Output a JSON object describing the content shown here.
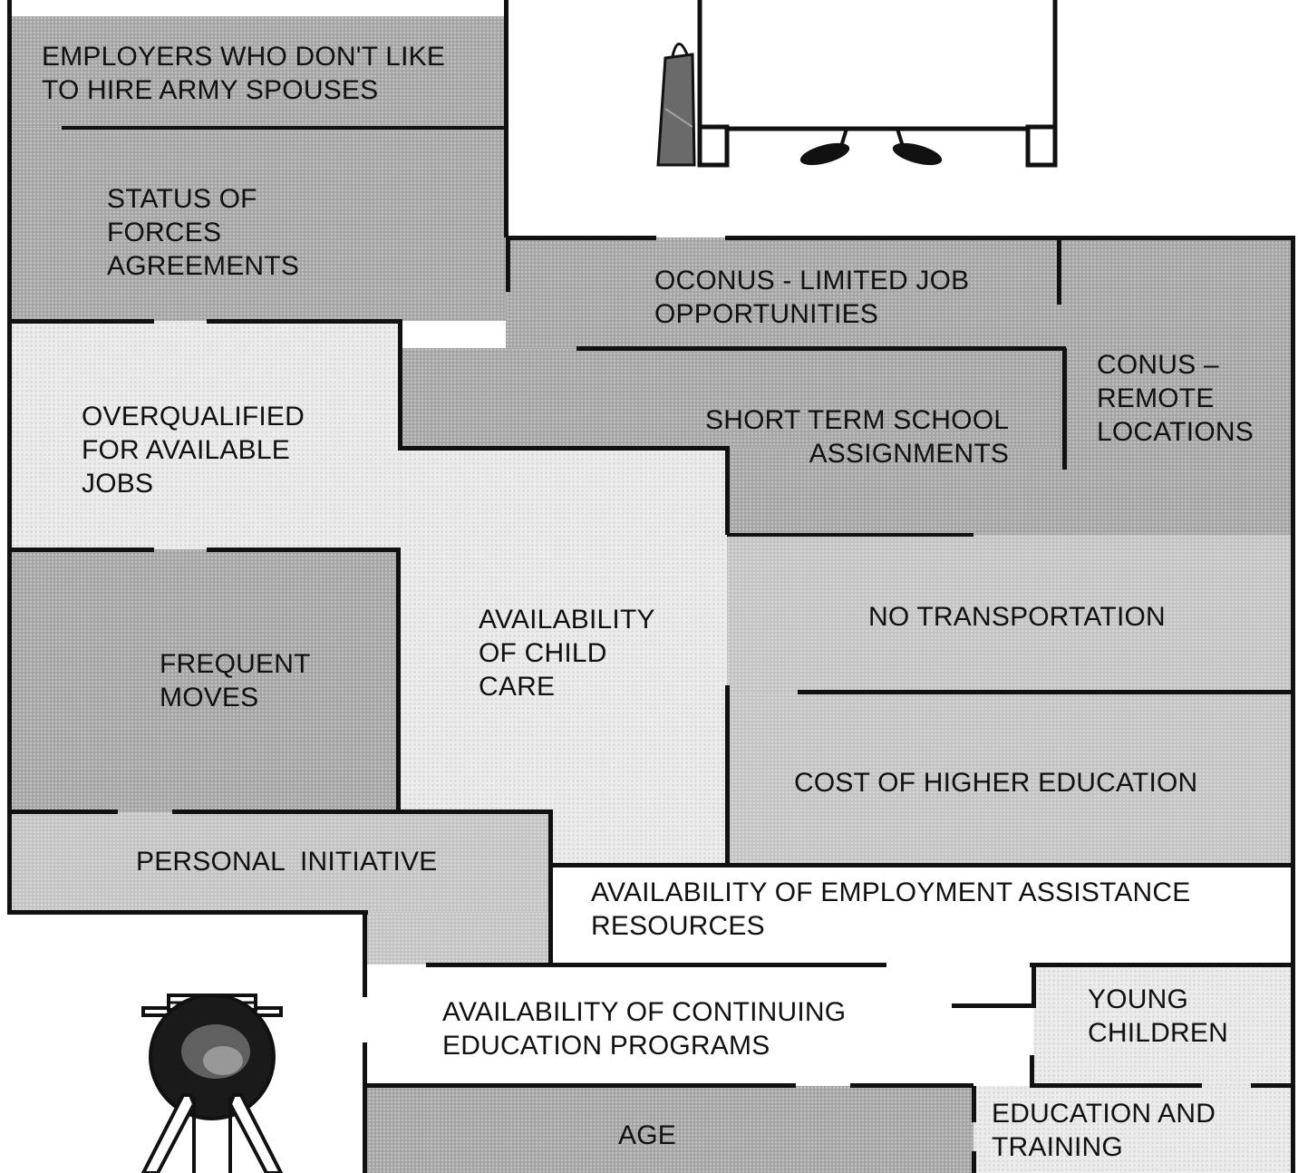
{
  "rooms": {
    "employers": "EMPLOYERS WHO DON'T LIKE\nTO HIRE ARMY SPOUSES",
    "status_of_forces": "STATUS OF\nFORCES\nAGREEMENTS",
    "oconus": "OCONUS - LIMITED JOB\nOPPORTUNITIES",
    "conus": "CONUS –\nREMOTE\nLOCATIONS",
    "overqualified": "OVERQUALIFIED\nFOR AVAILABLE\nJOBS",
    "short_term": "SHORT TERM SCHOOL\nASSIGNMENTS",
    "child_care": "AVAILABILITY\nOF CHILD\nCARE",
    "transportation": "NO TRANSPORTATION",
    "frequent_moves": "FREQUENT\nMOVES",
    "higher_ed": "COST OF HIGHER EDUCATION",
    "personal_initiative": "PERSONAL  INITIATIVE",
    "employment_assistance": "AVAILABILITY OF EMPLOYMENT ASSISTANCE\nRESOURCES",
    "continuing_ed": "AVAILABILITY OF CONTINUING\nEDUCATION PROGRAMS",
    "young_children": "YOUNG\nCHILDREN",
    "age": "AGE",
    "education_training": "EDUCATION AND\nTRAINING"
  },
  "colors": {
    "dark": "#a4a4a4",
    "medium": "#c3c3c3",
    "light": "#ececec",
    "wall": "#111111"
  },
  "icons": {
    "goal": "desk-with-person-icon",
    "start": "person-with-hat-icon"
  }
}
